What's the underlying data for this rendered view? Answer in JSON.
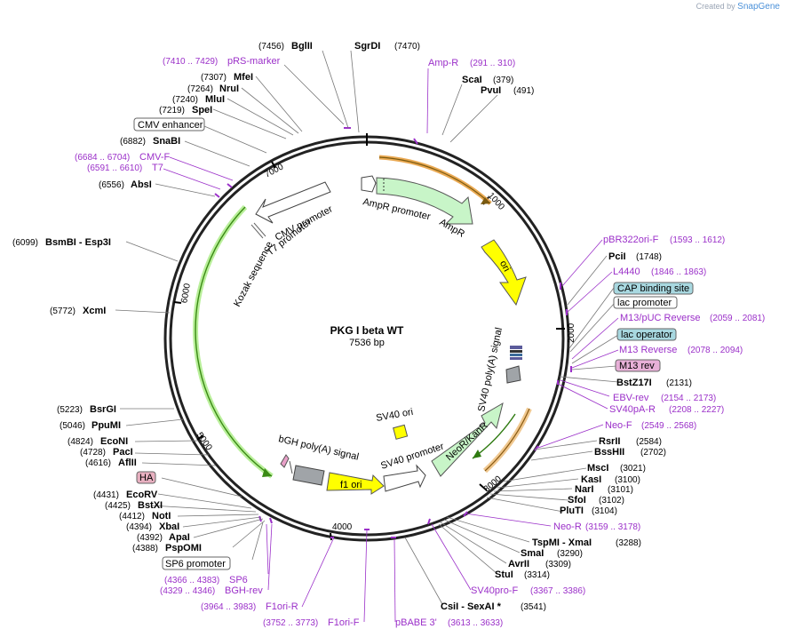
{
  "brand": {
    "created_by": "Created by",
    "name": "SnapGene"
  },
  "plasmid": {
    "name": "PKG I beta WT",
    "length": "7536 bp"
  },
  "ticks": [
    "1000",
    "2000",
    "3000",
    "4000",
    "5000",
    "6000",
    "7000"
  ],
  "enzymes": [
    {
      "name": "BglII",
      "pos": "(7456)"
    },
    {
      "name": "SgrDI",
      "pos": "(7470)"
    },
    {
      "name": "ScaI",
      "pos": "(379)"
    },
    {
      "name": "PvuI",
      "pos": "(491)"
    },
    {
      "name": "MfeI",
      "pos": "(7307)"
    },
    {
      "name": "NruI",
      "pos": "(7264)"
    },
    {
      "name": "MluI",
      "pos": "(7240)"
    },
    {
      "name": "SpeI",
      "pos": "(7219)"
    },
    {
      "name": "SnaBI",
      "pos": "(6882)"
    },
    {
      "name": "AbsI",
      "pos": "(6556)"
    },
    {
      "name": "BsmBI - Esp3I",
      "pos": "(6099)"
    },
    {
      "name": "XcmI",
      "pos": "(5772)"
    },
    {
      "name": "BsrGI",
      "pos": "(5223)"
    },
    {
      "name": "PpuMI",
      "pos": "(5046)"
    },
    {
      "name": "EcoNI",
      "pos": "(4824)"
    },
    {
      "name": "PacI",
      "pos": "(4728)"
    },
    {
      "name": "AflII",
      "pos": "(4616)"
    },
    {
      "name": "EcoRV",
      "pos": "(4431)"
    },
    {
      "name": "BstXI",
      "pos": "(4425)"
    },
    {
      "name": "NotI",
      "pos": "(4412)"
    },
    {
      "name": "XbaI",
      "pos": "(4394)"
    },
    {
      "name": "ApaI",
      "pos": "(4392)"
    },
    {
      "name": "PspOMI",
      "pos": "(4388)"
    },
    {
      "name": "PciI",
      "pos": "(1748)"
    },
    {
      "name": "BstZ17I",
      "pos": "(2131)"
    },
    {
      "name": "RsrII",
      "pos": "(2584)"
    },
    {
      "name": "BssHII",
      "pos": "(2702)"
    },
    {
      "name": "MscI",
      "pos": "(3021)"
    },
    {
      "name": "KasI",
      "pos": "(3100)"
    },
    {
      "name": "NarI",
      "pos": "(3101)"
    },
    {
      "name": "SfoI",
      "pos": "(3102)"
    },
    {
      "name": "PluTI",
      "pos": "(3104)"
    },
    {
      "name": "TspMI - XmaI",
      "pos": "(3288)"
    },
    {
      "name": "SmaI",
      "pos": "(3290)"
    },
    {
      "name": "AvrII",
      "pos": "(3309)"
    },
    {
      "name": "StuI",
      "pos": "(3314)"
    },
    {
      "name": "CsiI - SexAI *",
      "pos": "(3541)"
    }
  ],
  "primers": [
    {
      "name": "pRS-marker",
      "range": "(7410 .. 7429)"
    },
    {
      "name": "Amp-R",
      "range": "(291 .. 310)"
    },
    {
      "name": "CMV-F",
      "range": "(6684 .. 6704)"
    },
    {
      "name": "T7",
      "range": "(6591 .. 6610)"
    },
    {
      "name": "pBR322ori-F",
      "range": "(1593 .. 1612)"
    },
    {
      "name": "L4440",
      "range": "(1846 .. 1863)"
    },
    {
      "name": "M13/pUC Reverse",
      "range": "(2059 .. 2081)"
    },
    {
      "name": "M13 Reverse",
      "range": "(2078 .. 2094)"
    },
    {
      "name": "EBV-rev",
      "range": "(2154 .. 2173)"
    },
    {
      "name": "SV40pA-R",
      "range": "(2208 .. 2227)"
    },
    {
      "name": "Neo-F",
      "range": "(2549 .. 2568)"
    },
    {
      "name": "Neo-R",
      "range": "(3159 .. 3178)"
    },
    {
      "name": "SV40pro-F",
      "range": "(3367 .. 3386)"
    },
    {
      "name": "pBABE 3'",
      "range": "(3613 .. 3633)"
    },
    {
      "name": "F1ori-F",
      "range": "(3752 .. 3773)"
    },
    {
      "name": "F1ori-R",
      "range": "(3964 .. 3983)"
    },
    {
      "name": "BGH-rev",
      "range": "(4329 .. 4346)"
    },
    {
      "name": "SP6",
      "range": "(4366 .. 4383)"
    }
  ],
  "boxed_labels": {
    "cmv_enhancer": "CMV enhancer",
    "cap_binding_site": "CAP binding site",
    "lac_promoter": "lac promoter",
    "lac_operator": "lac operator",
    "m13_rev": "M13 rev",
    "ha": "HA",
    "sp6_promoter": "SP6 promoter"
  },
  "features": {
    "ampr_promoter": "AmpR promoter",
    "ampr": "AmpR",
    "ori": "ori",
    "sv40_polya": "SV40 poly(A) signal",
    "neo_kanr": "NeoR/KanR",
    "sv40_promoter": "SV40 promoter",
    "sv40_ori": "SV40 ori",
    "f1_ori": "f1 ori",
    "bgh_polya": "bGH poly(A) signal",
    "cmv_promoter": "CMV promoter",
    "t7_promoter": "T7 promoter",
    "kozak": "Kozak sequence"
  },
  "colors": {
    "primer": "#9b30c9",
    "ampr": "#c8f5c8",
    "ori": "#ffff00",
    "orange_arc": "#e8a040",
    "green_arc": "#55aa22",
    "teal_box": "#a8d8e0",
    "pink_box": "#e8b0d8"
  }
}
